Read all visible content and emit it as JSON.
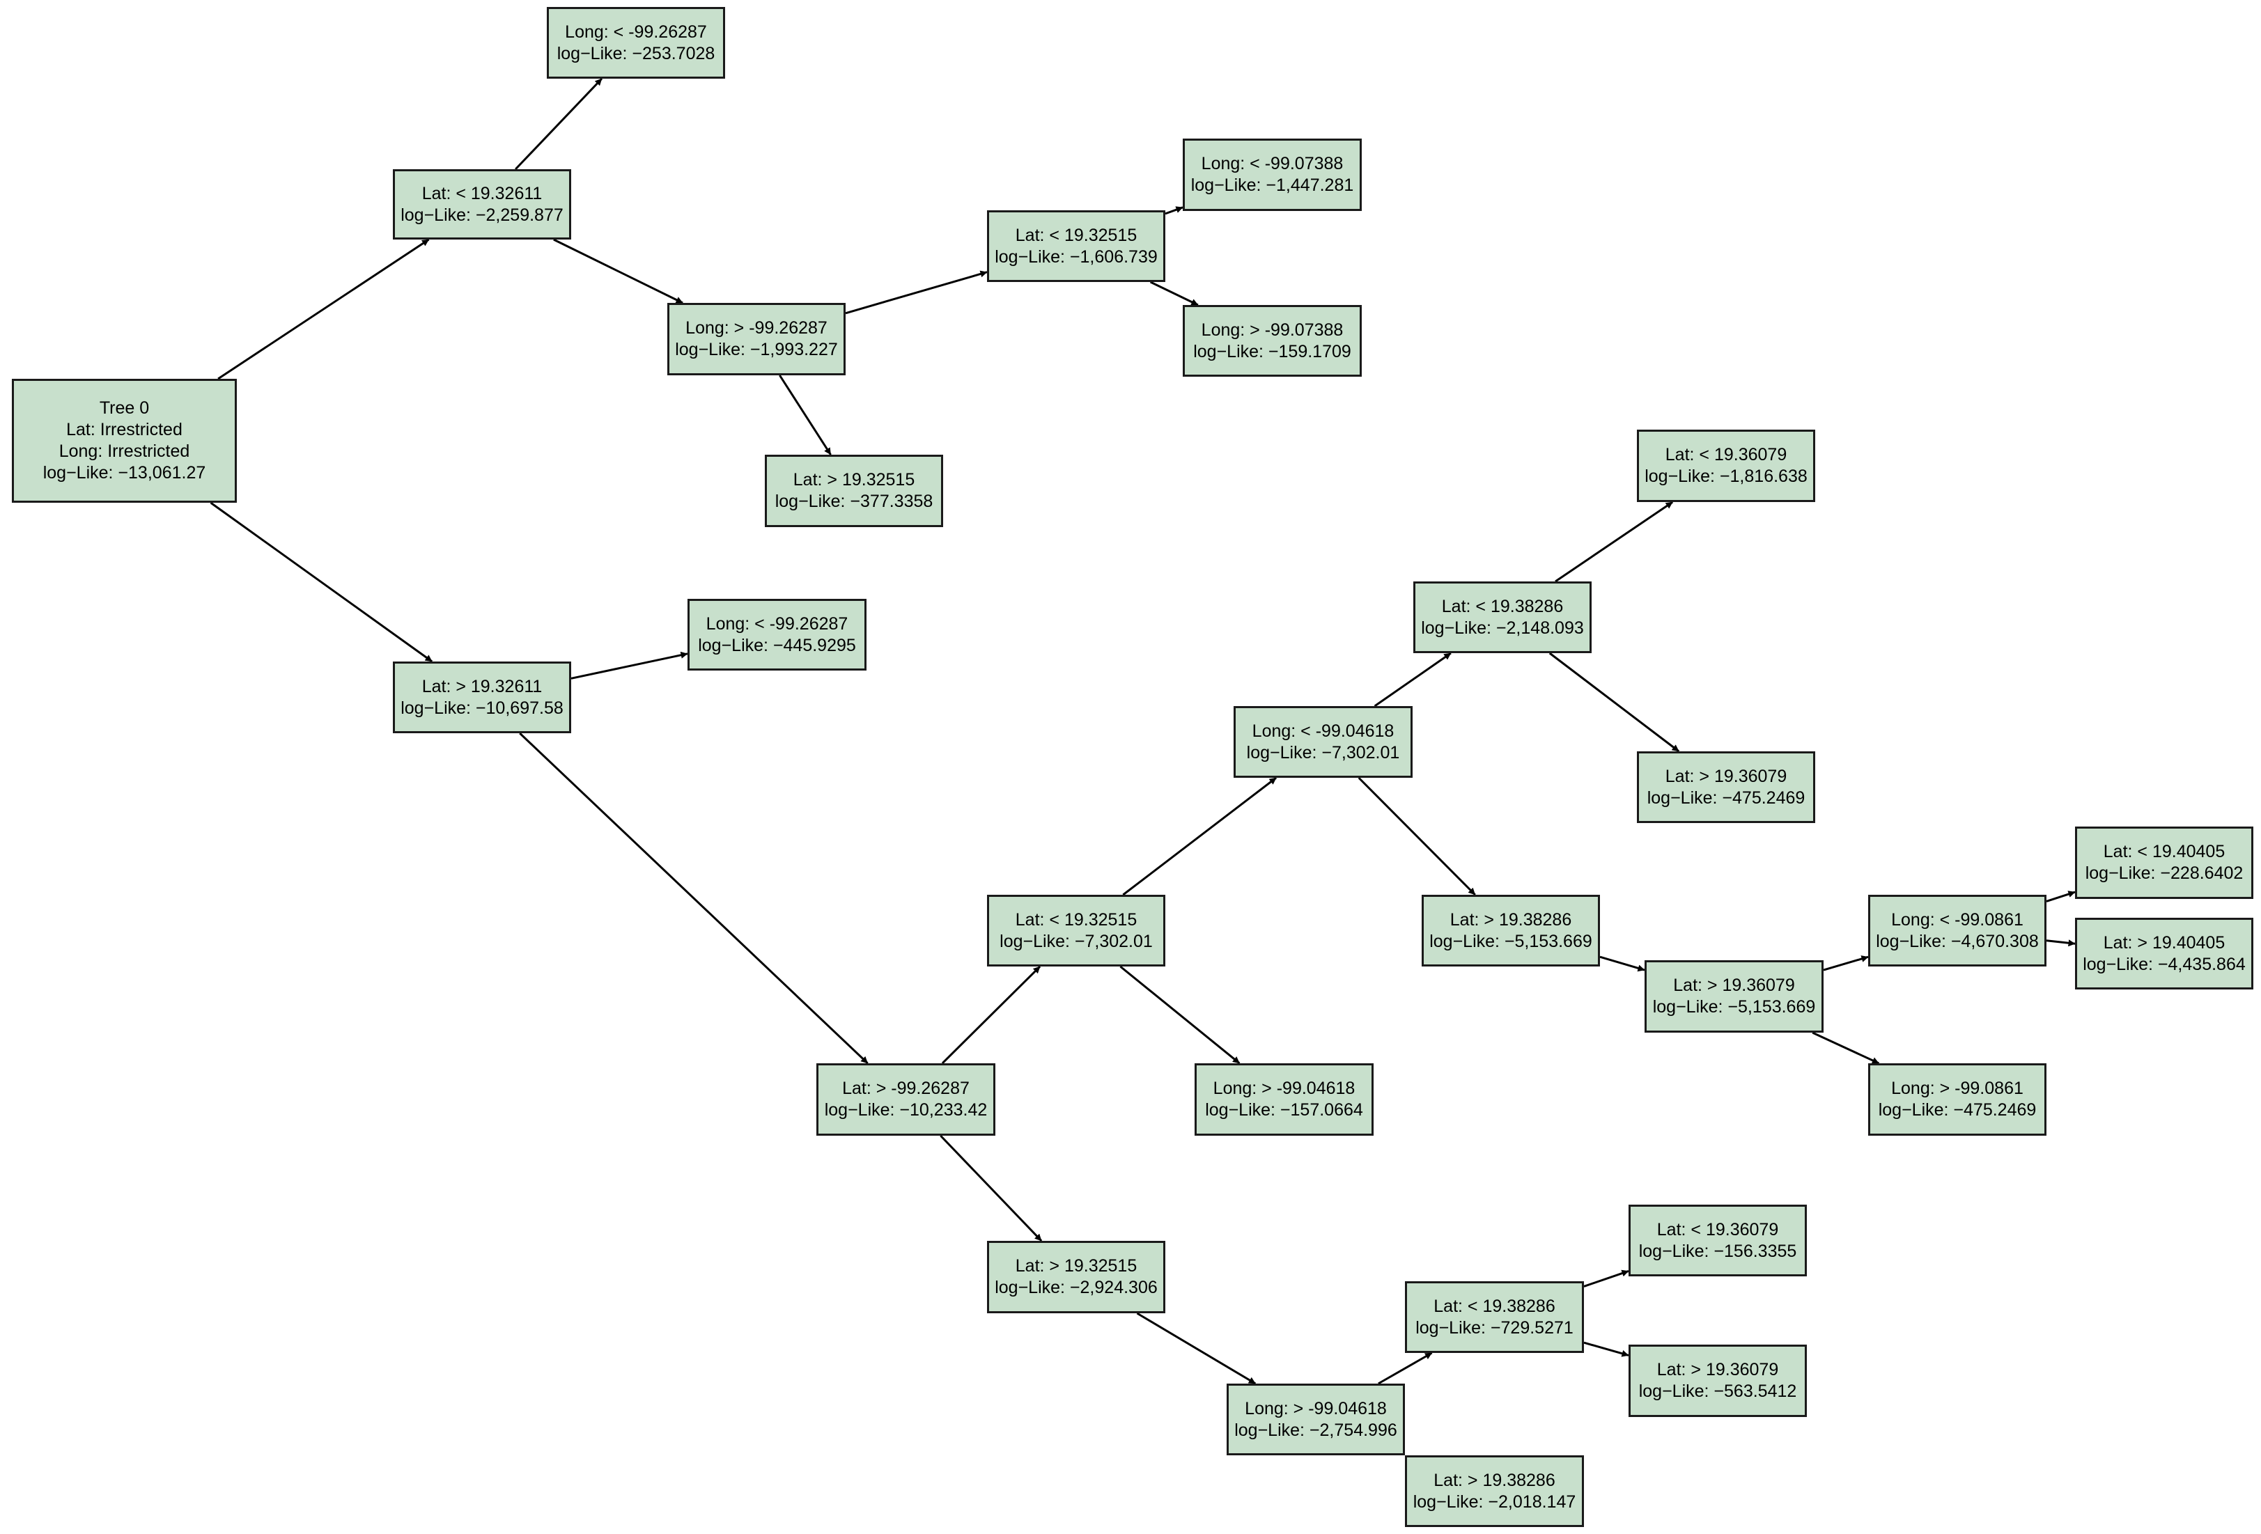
{
  "colors": {
    "node_fill": "#c8e0cc",
    "node_border": "#1a1a1a",
    "edge": "#000000",
    "text": "#000000"
  },
  "nodes": {
    "root": {
      "l1": "Tree 0",
      "l2": "Lat: Irrestricted",
      "l3": "Long: Irrestricted",
      "l4": "log−Like: −13,061.27"
    },
    "a_lat_lt": {
      "l1": "Lat: < 19.32611",
      "l2": "log−Like: −2,259.877"
    },
    "a1_long_lt": {
      "l1": "Long: < -99.26287",
      "l2": "log−Like: −253.7028"
    },
    "a2_long_gt": {
      "l1": "Long: > -99.26287",
      "l2": "log−Like: −1,993.227"
    },
    "a21_lat_lt": {
      "l1": "Lat: < 19.32515",
      "l2": "log−Like: −1,606.739"
    },
    "a211_long_lt": {
      "l1": "Long: < -99.07388",
      "l2": "log−Like: −1,447.281"
    },
    "a212_long_gt": {
      "l1": "Long: > -99.07388",
      "l2": "log−Like: −159.1709"
    },
    "a22_lat_gt": {
      "l1": "Lat: > 19.32515",
      "l2": "log−Like: −377.3358"
    },
    "b_lat_gt": {
      "l1": "Lat: > 19.32611",
      "l2": "log−Like: −10,697.58"
    },
    "b1_long_lt": {
      "l1": "Long: < -99.26287",
      "l2": "log−Like: −445.9295"
    },
    "b2_long_gt": {
      "l1": "Lat: > -99.26287",
      "l2": "log−Like: −10,233.42"
    },
    "b21_lat_lt": {
      "l1": "Lat: < 19.32515",
      "l2": "log−Like: −7,302.01"
    },
    "b211_long_lt": {
      "l1": "Long: < -99.04618",
      "l2": "log−Like: −7,302.01"
    },
    "b2111_lat_lt": {
      "l1": "Lat: < 19.38286",
      "l2": "log−Like: −2,148.093"
    },
    "b21111": {
      "l1": "Lat: < 19.36079",
      "l2": "log−Like: −1,816.638"
    },
    "b21112": {
      "l1": "Lat: > 19.36079",
      "l2": "log−Like: −475.2469"
    },
    "b2112_lat_gt": {
      "l1": "Lat: > 19.38286",
      "l2": "log−Like: −5,153.669"
    },
    "b21121": {
      "l1": "Lat: > 19.36079",
      "l2": "log−Like: −5,153.669"
    },
    "b211211": {
      "l1": "Long: < -99.0861",
      "l2": "log−Like: −4,670.308"
    },
    "b2112111": {
      "l1": "Lat: < 19.40405",
      "l2": "log−Like: −228.6402"
    },
    "b2112112": {
      "l1": "Lat: > 19.40405",
      "l2": "log−Like: −4,435.864"
    },
    "b211212": {
      "l1": "Long: > -99.0861",
      "l2": "log−Like: −475.2469"
    },
    "b212_long_gt": {
      "l1": "Long: > -99.04618",
      "l2": "log−Like: −157.0664"
    },
    "b22_lat_gt": {
      "l1": "Lat: > 19.32515",
      "l2": "log−Like: −2,924.306"
    },
    "b221_long_gt": {
      "l1": "Long: > -99.04618",
      "l2": "log−Like: −2,754.996"
    },
    "b2211_lat_lt": {
      "l1": "Lat: < 19.38286",
      "l2": "log−Like: −729.5271"
    },
    "b22111": {
      "l1": "Lat: < 19.36079",
      "l2": "log−Like: −156.3355"
    },
    "b22112": {
      "l1": "Lat: > 19.36079",
      "l2": "log−Like: −563.5412"
    },
    "b2212_lat_gt": {
      "l1": "Lat: > 19.38286",
      "l2": "log−Like: −2,018.147"
    }
  }
}
